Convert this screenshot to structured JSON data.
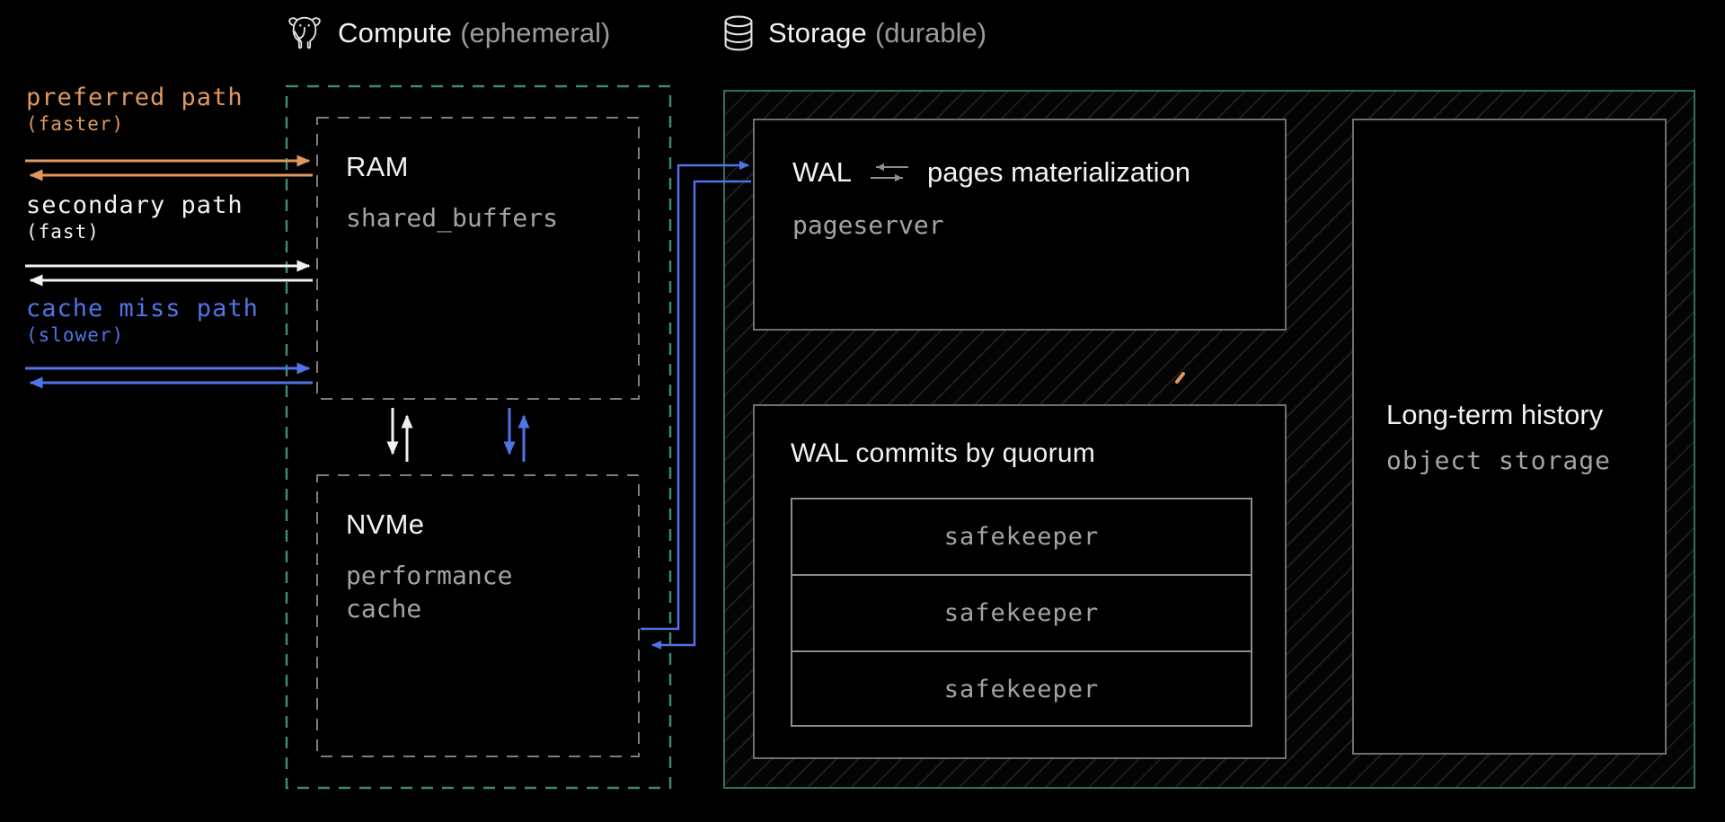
{
  "colors": {
    "orange": "#e0985e",
    "blue": "#5074e6",
    "white": "#f2f2f2",
    "gray-text": "#a3a3a3",
    "green-solid": "#32705a",
    "green-dashed": "#3f8b6e",
    "gray-border": "#6f6f6f",
    "gray-dashed": "#7e7e7e",
    "hatch-line": "#1d1d1d"
  },
  "headers": {
    "compute": {
      "label": "Compute",
      "qualifier": "(ephemeral)",
      "icon": "postgres-elephant-icon"
    },
    "storage": {
      "label": "Storage",
      "qualifier": "(durable)",
      "icon": "database-cylinder-icon"
    }
  },
  "legend": {
    "items": [
      {
        "label": "preferred path",
        "qualifier": "(faster)",
        "color_name": "orange",
        "color": "#e0985e"
      },
      {
        "label": "secondary path",
        "qualifier": "(fast)",
        "color_name": "white",
        "color": "#f2f2f2"
      },
      {
        "label": "cache miss path",
        "qualifier": "(slower)",
        "color_name": "blue",
        "color": "#5074e6"
      }
    ]
  },
  "compute": {
    "ram": {
      "title": "RAM",
      "subtitle": "shared_buffers"
    },
    "nvme": {
      "title": "NVMe",
      "subtitle_line1": "performance",
      "subtitle_line2": "cache"
    }
  },
  "storage": {
    "pageserver": {
      "title_left": "WAL",
      "title_right": "pages materialization",
      "icon": "swap-arrows-icon",
      "subtitle": "pageserver"
    },
    "quorum": {
      "title": "WAL commits by quorum",
      "nodes": [
        "safekeeper",
        "safekeeper",
        "safekeeper"
      ]
    },
    "long_term": {
      "title": "Long-term history",
      "subtitle": "object storage"
    }
  }
}
